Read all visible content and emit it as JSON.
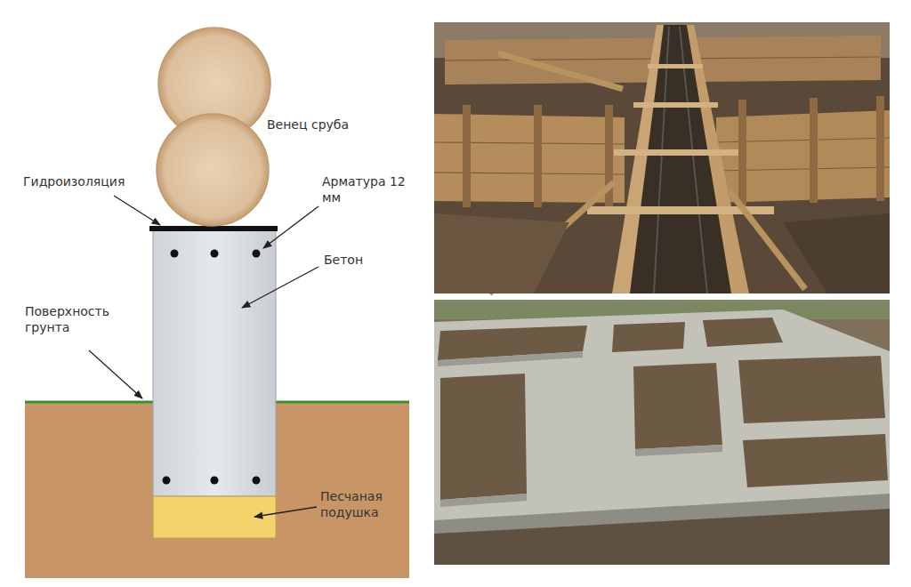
{
  "diagram": {
    "labels": [
      "Венец сруба",
      "Гидроизоляция",
      "Арматура 12 мм",
      "Бетон",
      "Поверхность грунта",
      "Песчаная подушка"
    ]
  }
}
